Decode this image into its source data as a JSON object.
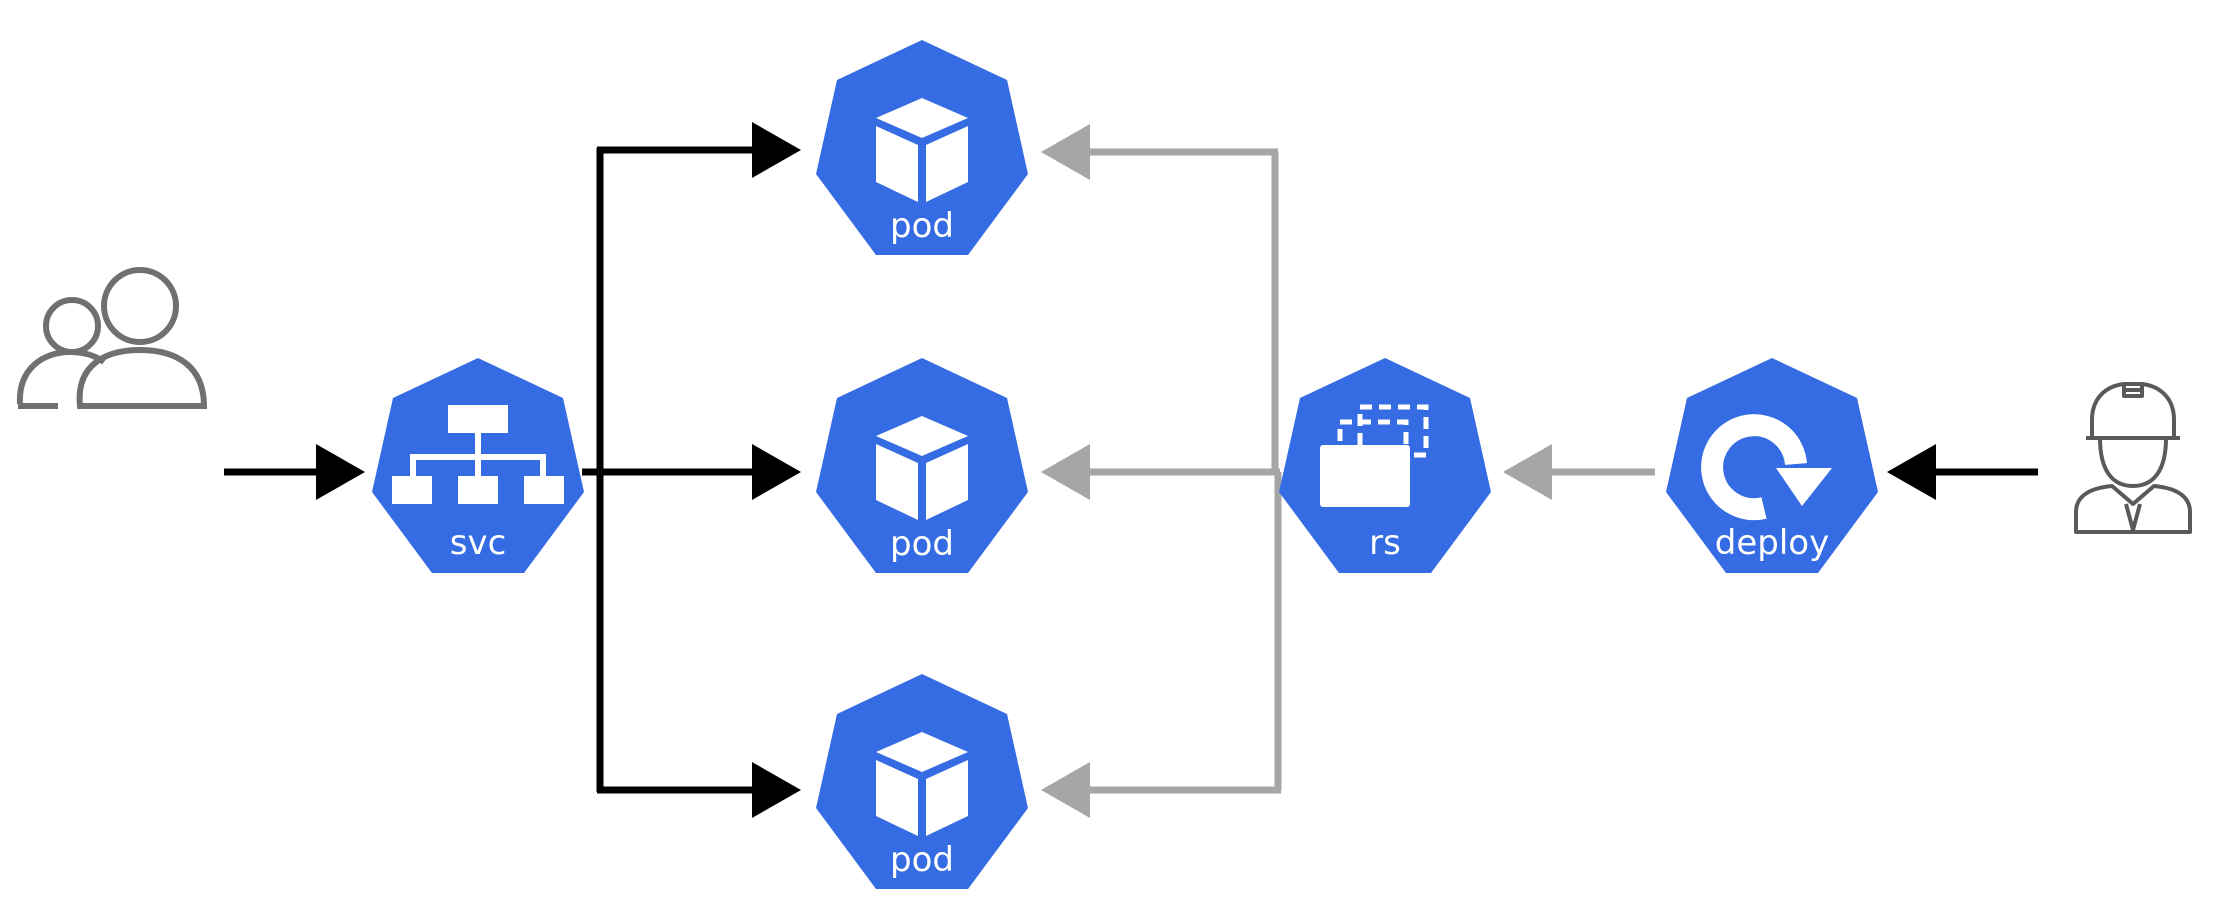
{
  "nodes": {
    "svc": {
      "label": "svc"
    },
    "pod_top": {
      "label": "pod"
    },
    "pod_middle": {
      "label": "pod"
    },
    "pod_bottom": {
      "label": "pod"
    },
    "rs": {
      "label": "rs"
    },
    "deploy": {
      "label": "deploy"
    }
  },
  "icons": {
    "users": "users-icon",
    "worker": "construction-worker-icon",
    "service": "network-hierarchy-icon",
    "pod": "cube-icon",
    "replicaset": "stacked-copies-icon",
    "deployment": "rotate-arrow-icon"
  },
  "colors": {
    "node_fill": "#366ce3",
    "traffic_arrow": "#000000",
    "control_arrow": "#a6a6a6"
  }
}
